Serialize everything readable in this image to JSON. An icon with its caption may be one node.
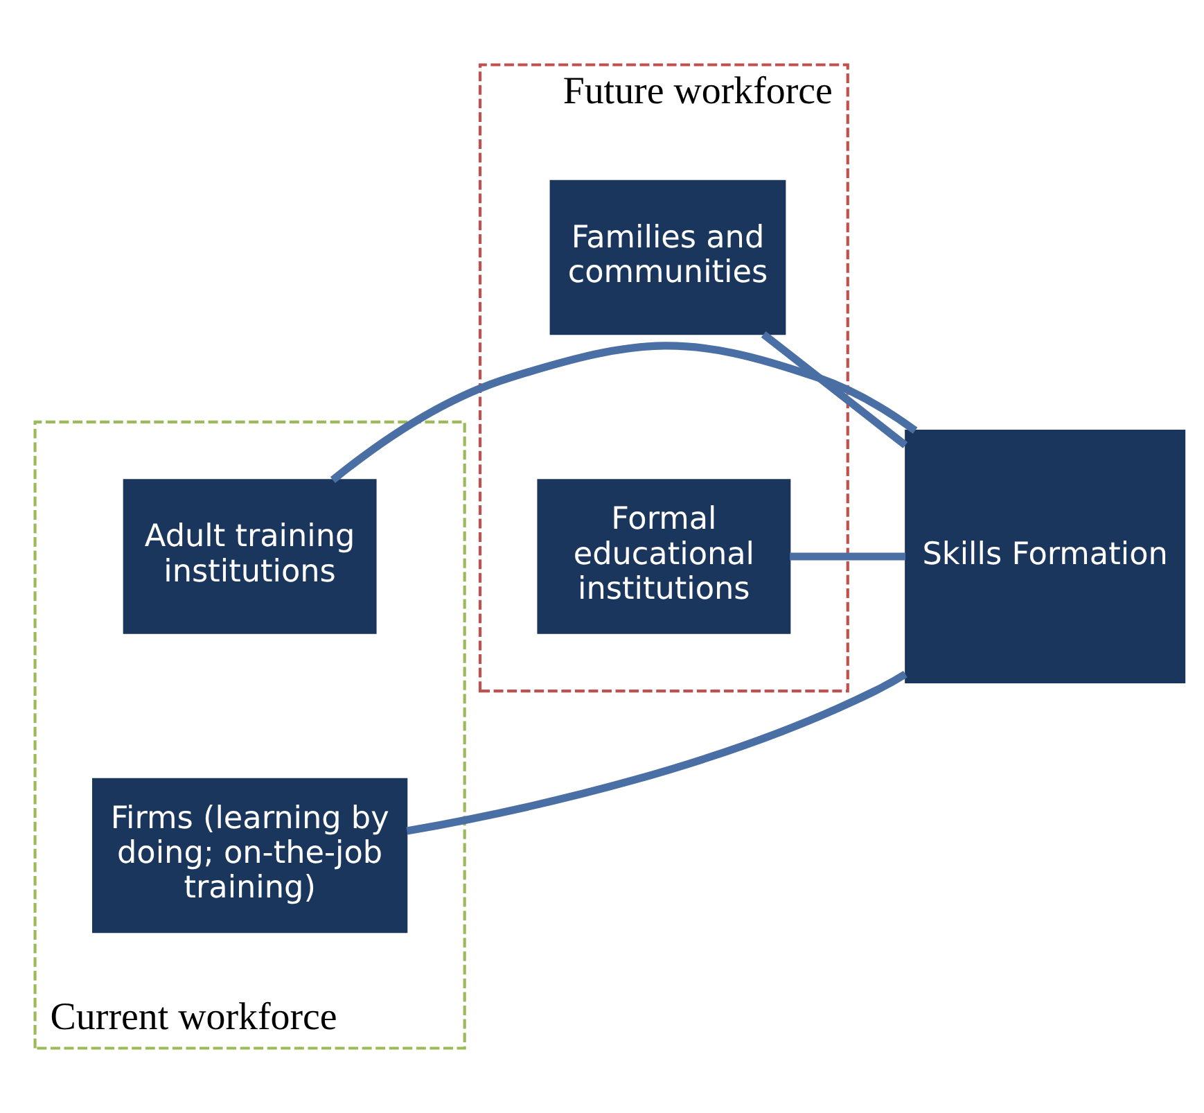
{
  "diagram": {
    "nodes": [
      {
        "text": [
          "Future workforce"
        ]
      },
      {
        "text": [
          "Families and communities"
        ],
        "in": 0
      },
      {
        "text": [
          "Current workforce"
        ]
      },
      {
        "text": [
          "Adult training institutions"
        ],
        "in": 2
      },
      {
        "text": [
          "Skills Formation"
        ]
      },
      {
        "text": [
          "Formal educational institutions"
        ],
        "in": 0
      },
      {
        "text": [
          "Firms (learning by doing; on-the-job training)"
        ],
        "in": 2
      }
    ],
    "edges": [
      {
        "from": 4,
        "to": 1,
        "arrow": "none"
      },
      {
        "from": 4,
        "to": 3,
        "arrow": "none"
      },
      {
        "from": 4,
        "to": 5,
        "arrow": "none"
      },
      {
        "from": 4,
        "to": 6,
        "arrow": "none"
      }
    ]
  }
}
